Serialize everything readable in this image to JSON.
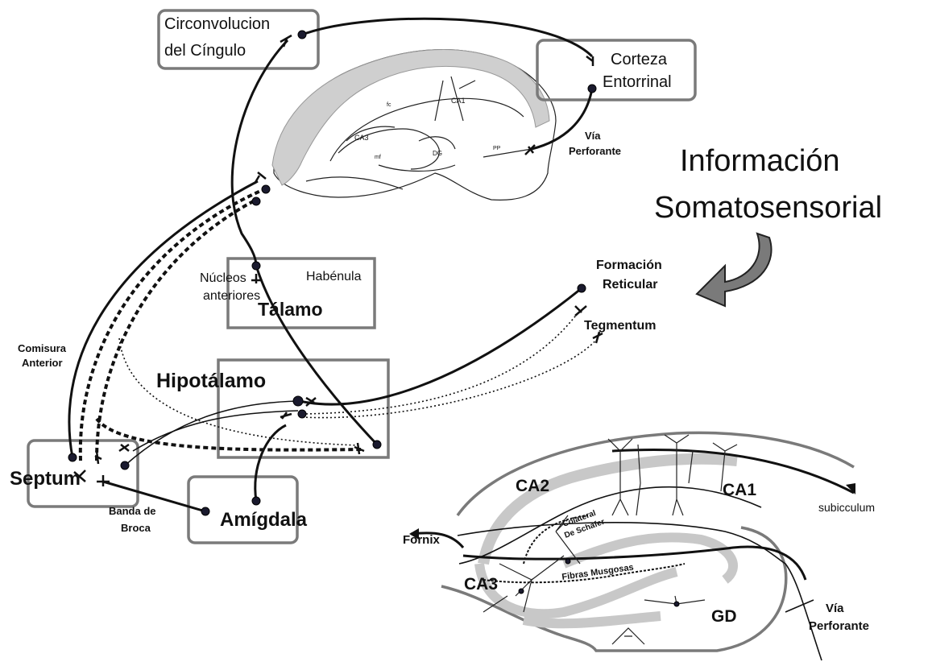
{
  "labels": {
    "cingulo_1": "Circonvolucion",
    "cingulo_2": "del Cíngulo",
    "entorrinal_1": "Corteza",
    "entorrinal_2": "Entorrinal",
    "via_perforante_top_1": "Vía",
    "via_perforante_top_2": "Perforante",
    "info_1": "Información",
    "info_2": "Somatosensorial",
    "nucleos_1": "Núcleos",
    "nucleos_2": "anteriores",
    "habenula": "Habénula",
    "talamo": "Tálamo",
    "formacion_1": "Formación",
    "formacion_2": "Reticular",
    "tegmentum": "Tegmentum",
    "comisura_1": "Comisura",
    "comisura_2": "Anterior",
    "hipotalamo": "Hipotálamo",
    "septum": "Septum",
    "banda_1": "Banda de",
    "banda_2": "Broca",
    "amigdala": "Amígdala",
    "ca2": "CA2",
    "ca1": "CA1",
    "ca3": "CA3",
    "subicculum": "subicculum",
    "fornix": "Fornix",
    "colateral_1": "Colateral",
    "colateral_2": "De Schafer",
    "fibras": "Fibras Musgosas",
    "gd": "GD",
    "via_perforante_bottom_1": "Vía",
    "via_perforante_bottom_2": "Perforante"
  },
  "inset_labels": {
    "ca1": "CA1",
    "ca3": "CA3",
    "fc": "fc",
    "mf": "mf",
    "dg": "DG",
    "pp": "PP"
  },
  "colors": {
    "box_border": "#7a7a7a",
    "node": "#1a1a2e",
    "arrow_fill": "#7a7a7a",
    "cortex_shading": "#cfcfcf",
    "cell_layer": "#c8c8c8"
  },
  "icons": {
    "info_arrow": "curved-arrow-icon"
  }
}
